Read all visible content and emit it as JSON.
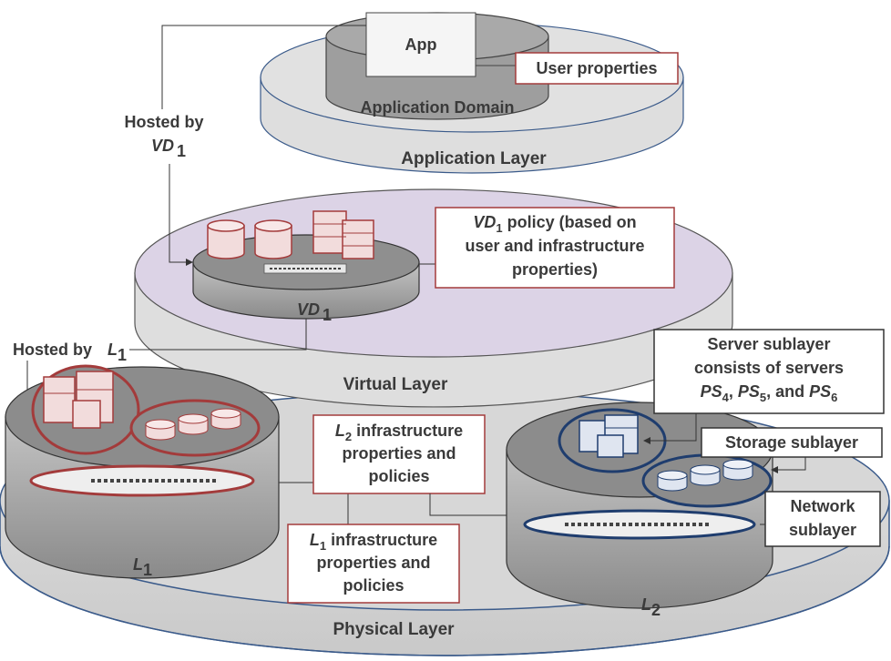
{
  "app": "App",
  "application_domain": "Application Domain",
  "user_properties": "User properties",
  "application_layer": "Application Layer",
  "virtual_layer": "Virtual Layer",
  "physical_layer": "Physical Layer",
  "hosted_by_vd1": {
    "prefix": "Hosted by",
    "var": "VD",
    "sub": "1"
  },
  "hosted_by_l1": {
    "prefix": "Hosted by",
    "var": "L",
    "sub": "1"
  },
  "vd1_label": {
    "var": "VD",
    "sub": "1"
  },
  "vd1_policy": {
    "var": "VD",
    "sub": "1",
    "line1_rest": " policy (based on",
    "line2": "user and infrastructure",
    "line3": "properties)"
  },
  "l1_label": {
    "var": "L",
    "sub": "1"
  },
  "l2_label": {
    "var": "L",
    "sub": "2"
  },
  "l1_props": {
    "var": "L",
    "sub": "1",
    "line1_rest": " infrastructure",
    "line2": "properties and",
    "line3": "policies"
  },
  "l2_props": {
    "var": "L",
    "sub": "2",
    "line1_rest": " infrastructure",
    "line2": "properties and",
    "line3": "policies"
  },
  "server_sublayer": {
    "line1": "Server sublayer",
    "line2": "consists of servers",
    "line3": {
      "ps4": "PS",
      "sub4": "4",
      "sep1": ", ",
      "ps5": "PS",
      "sub5": "5",
      "sep2": ", and ",
      "ps6": "PS",
      "sub6": "6"
    }
  },
  "storage_sublayer": "Storage sublayer",
  "network_sublayer": {
    "line1": "Network",
    "line2": "sublayer"
  },
  "colors": {
    "red_outline": "#a33b3b",
    "blue_outline": "#1f3d6e",
    "virtual_fill": "#ddd3e6",
    "gray": "#cfcfcf"
  }
}
